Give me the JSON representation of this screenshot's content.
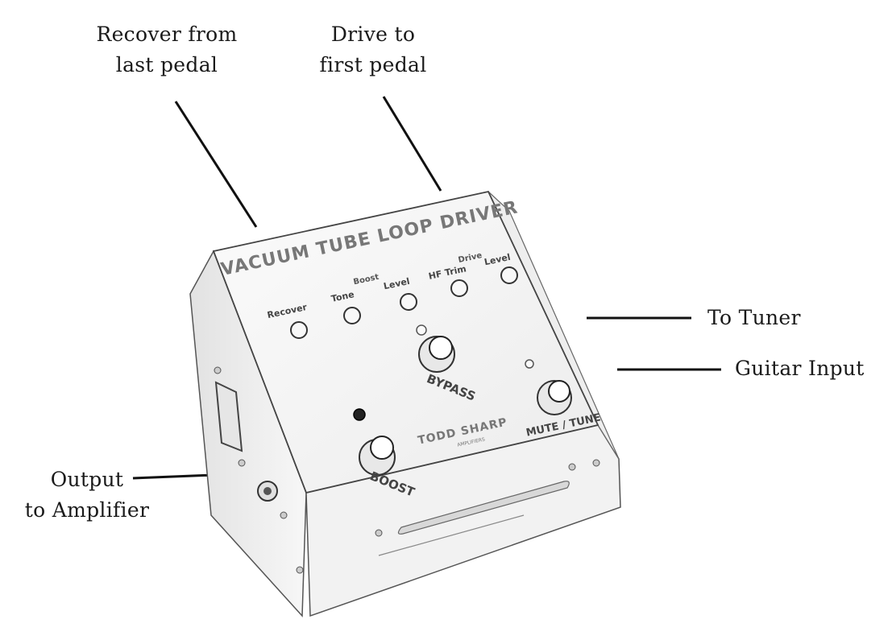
{
  "callouts": {
    "recover": {
      "line1": "Recover from",
      "line2": "last pedal"
    },
    "drive": {
      "line1": "Drive to",
      "line2": "first pedal"
    },
    "tuner": {
      "line1": "To Tuner"
    },
    "guitar": {
      "line1": "Guitar Input"
    },
    "output": {
      "line1": "Output",
      "line2": "to Amplifier"
    }
  },
  "pedal": {
    "title": "VACUUM TUBE LOOP DRIVER",
    "group_boost": "Boost",
    "group_drive": "Drive",
    "knobs": {
      "recover": "Recover",
      "tone": "Tone",
      "boost_level": "Level",
      "hf_trim": "HF Trim",
      "drive_level": "Level"
    },
    "switches": {
      "bypass": "BYPASS",
      "boost": "BOOST",
      "mute": "MUTE / TUNE"
    },
    "brand": "TODD SHARP",
    "brand_sub": "AMPLIFIERS"
  },
  "colors": {
    "line": "#111111",
    "panel": "#f4f4f4",
    "sketch": "#4a4a4a"
  }
}
